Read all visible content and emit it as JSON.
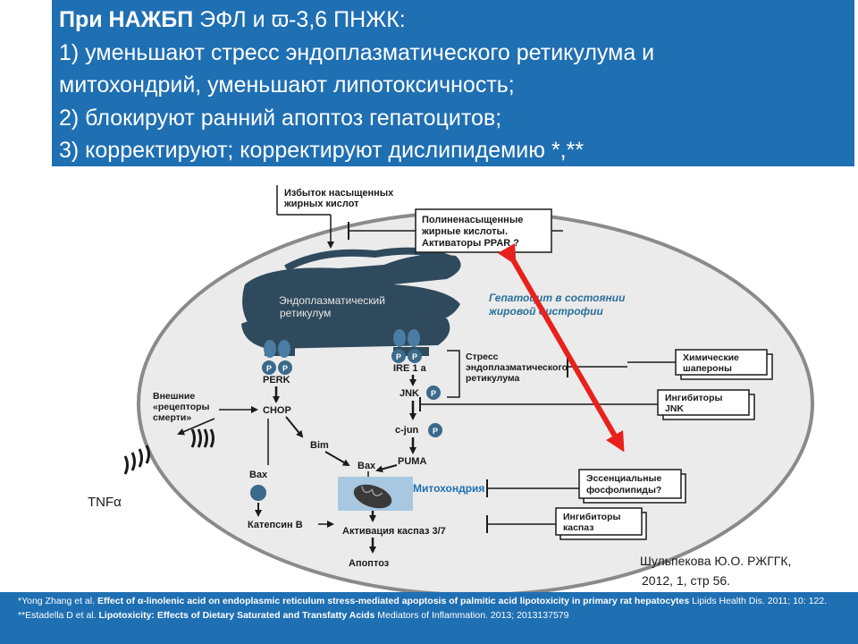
{
  "header": {
    "line1_bold": "При НАЖБП",
    "line1_rest": "ЭФЛ и",
    "omega": "ϖ",
    "line1_tail": "-3,6 ПНЖК:",
    "line2": "1) уменьшают стресс эндоплазматического ретикулума и",
    "line3": "митохондрий, уменьшают липотоксичность;",
    "line4": "2) блокируют ранний апоптоз гепатоцитов;",
    "line5": "3) корректируют; корректируют дислипидемию *,**"
  },
  "diagram": {
    "excess_fa": [
      "Избыток насыщенных",
      "жирных кислот"
    ],
    "pufa_box": [
      "Полиненасыщенные",
      "жирные кислоты.",
      "Активаторы PPAR ?"
    ],
    "er_label": [
      "Эндоплазматический",
      "ретикулум"
    ],
    "hepatocyte_label": [
      "Гепатоцит в состоянии",
      "жировой дистрофии"
    ],
    "p": "P",
    "perk": "PERK",
    "ire1a": "IRE 1 a",
    "jnk": "JNK",
    "cjun": "c-jun",
    "puma": "PUMA",
    "chop": "CHOP",
    "bim": "Bim",
    "bax_left": "Bax",
    "bax_center": "Bax",
    "cathepsin": "Катепсин В",
    "mito_label": "Митохондрия",
    "caspase_activation": "Активация каспаз 3/7",
    "apoptosis": "Апоптоз",
    "er_stress": [
      "Стресс",
      "эндоплазматического",
      "ретикулума"
    ],
    "death_receptors": [
      "Внешние",
      "«рецепторы",
      "смерти»"
    ],
    "chaperones_box": [
      "Химические",
      "шапероны"
    ],
    "jnk_inhibitors_box": [
      "Ингибиторы",
      "JNK"
    ],
    "ephl_box": [
      "Эссенциальные",
      "фосфолипиды?"
    ],
    "caspase_inhibitors_box": [
      "Ингибиторы",
      "каспаз"
    ],
    "tnf": "TNF",
    "alpha": "α"
  },
  "credit": {
    "line1": "Шульпекова Ю.О. РЖГГК,",
    "line2": "2012, 1, стр 56."
  },
  "footer": {
    "ref1_prefix": "*Yong Zhang et al.",
    "ref1_title": "Effect of α-linolenic acid on endoplasmic reticulum stress-mediated apoptosis of palmitic acid lipotoxicity in primary rat hepatocytes",
    "ref1_journal": "Lipids Health Dis. 2011; 10: 122.",
    "ref2_prefix": "**Estadella D et al.",
    "ref2_title": "Lipotoxicity: Effects of Dietary Saturated and Transfatty Acids",
    "ref2_journal": "Mediators of Inflammation. 2013; 2013137579"
  },
  "colors": {
    "header_bg": "#1f6fb3",
    "arrow_red": "#e8211c",
    "mito_text": "#1f6fb3",
    "phospho_blue": "#3b6a8a",
    "er_dark": "#2f4a5c"
  }
}
